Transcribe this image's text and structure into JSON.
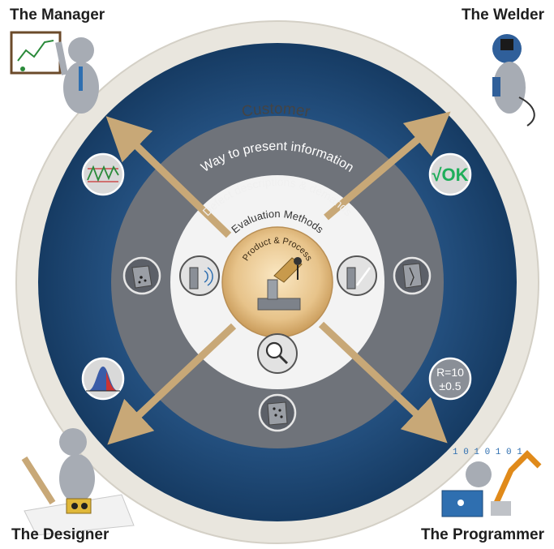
{
  "roles": {
    "manager": "The Manager",
    "welder": "The Welder",
    "designer": "The Designer",
    "programmer": "The Programmer"
  },
  "rings": {
    "customer": "Customer",
    "presentation": "Way to present information",
    "defects": "Defect descriptions & demands",
    "evaluation": "Evaluation Methods",
    "core": "Product & Process"
  },
  "badges": {
    "ok": "√OK",
    "tolerance_line1": "R=10",
    "tolerance_line2": "±0.5"
  },
  "icons": [
    "line-chart-icon",
    "ok-check-icon",
    "distribution-curve-icon",
    "tolerance-icon",
    "porous-block-icon",
    "crack-block-icon",
    "ultrasonic-icon",
    "radiography-icon",
    "magnifier-icon",
    "defect-sample-icon"
  ],
  "colors": {
    "outer_ring": "#e8e4dc",
    "blue_ring": "#1d4a78",
    "gray_ring": "#6f737a",
    "white_ring": "#f4f4f4",
    "core": "#e7c38a",
    "arrow": "#c8a877",
    "ok_green": "#1fae5a"
  }
}
